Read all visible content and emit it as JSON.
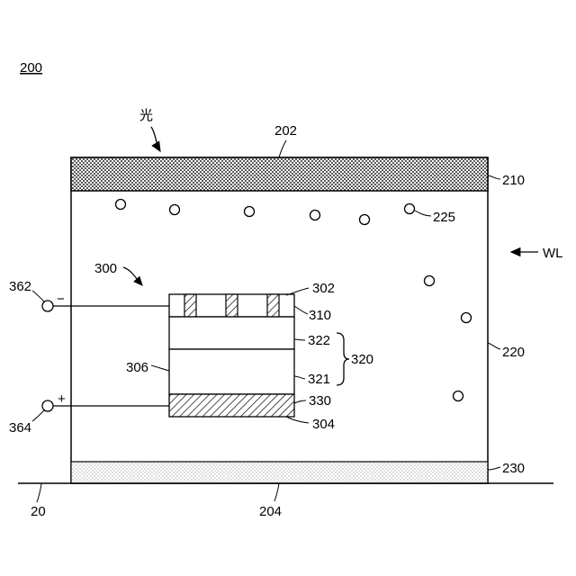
{
  "figure_label": "200",
  "light_label": "光",
  "labels": {
    "top_surface": "202",
    "layer_top": "210",
    "particle": "225",
    "wafer": "WL",
    "element": "300",
    "substrate_region": "220",
    "pad_top": "302",
    "layer_310": "310",
    "layer_322": "322",
    "layer_320": "320",
    "layer_321": "321",
    "side_306": "306",
    "layer_330": "330",
    "pad_bottom": "304",
    "layer_bottom": "230",
    "bottom_surface": "204",
    "base": "20",
    "terminal_neg": "362",
    "terminal_pos": "364",
    "sign_neg": "−",
    "sign_pos": "+"
  }
}
